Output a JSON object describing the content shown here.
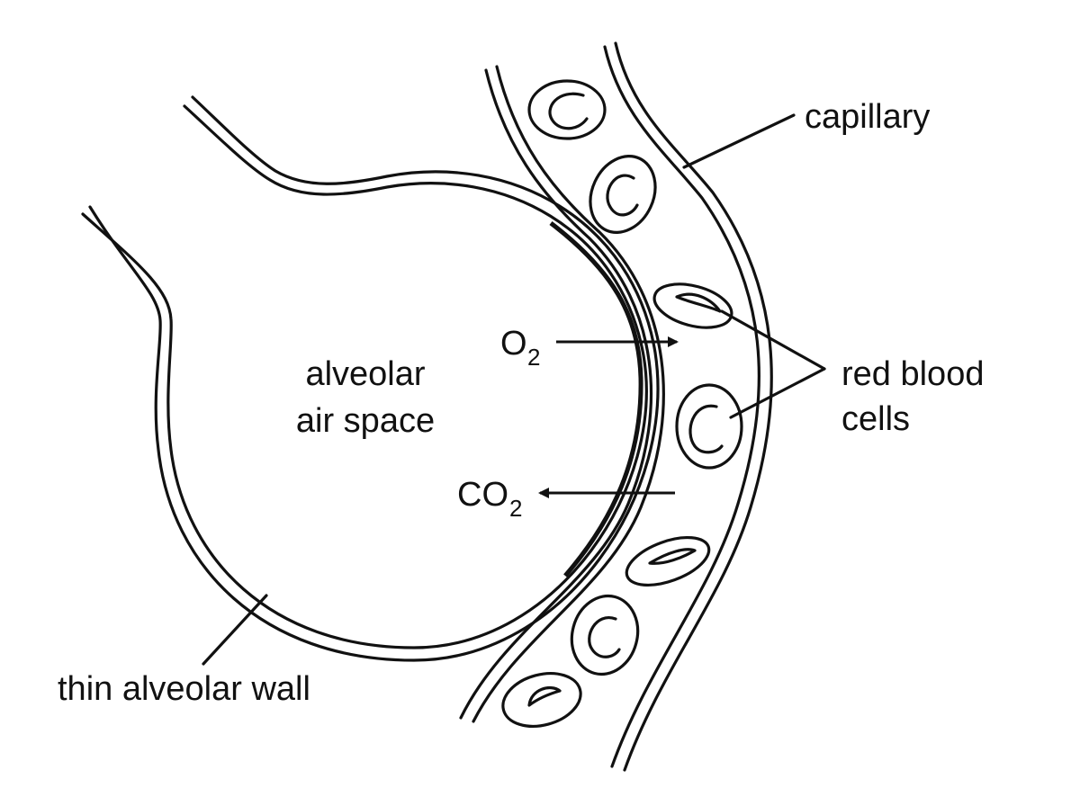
{
  "colors": {
    "ink": "#111111",
    "background": "#ffffff"
  },
  "labels": {
    "capillary": "capillary",
    "red_blood_cells_line1": "red blood",
    "red_blood_cells_line2": "cells",
    "alveolar_line1": "alveolar",
    "alveolar_line2": "air space",
    "thin_wall": "thin alveolar wall",
    "o2_main": "O",
    "o2_sub": "2",
    "co2_main": "CO",
    "co2_sub": "2"
  },
  "arrows": {
    "o2": "into capillary",
    "co2": "into alveolus"
  }
}
